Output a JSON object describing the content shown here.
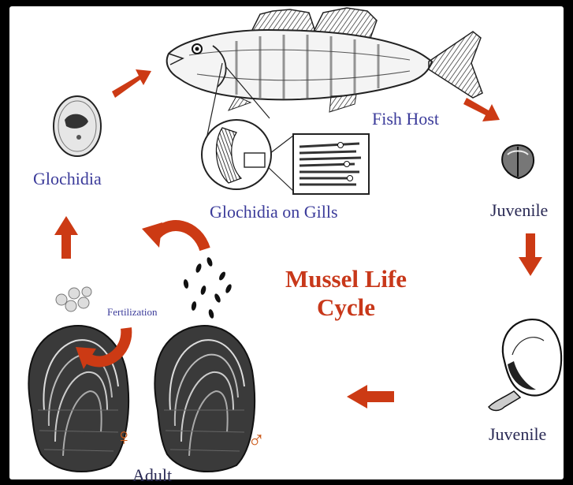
{
  "labels": {
    "glochidia": "Glochidia",
    "fish_host": "Fish Host",
    "glochidia_on_gills": "Glochidia on Gills",
    "juvenile_top": "Juvenile",
    "juvenile_bottom": "Juvenile",
    "fertilization": "Fertilization",
    "adult": "Adult"
  },
  "title": {
    "line1": "Mussel Life",
    "line2": "Cycle"
  },
  "symbols": {
    "female": "♀",
    "male": "♂"
  },
  "colors": {
    "arrow": "#cc3a14",
    "label": "#3b3b9a",
    "title": "#c8381a",
    "background": "#000000",
    "panel": "#ffffff"
  }
}
